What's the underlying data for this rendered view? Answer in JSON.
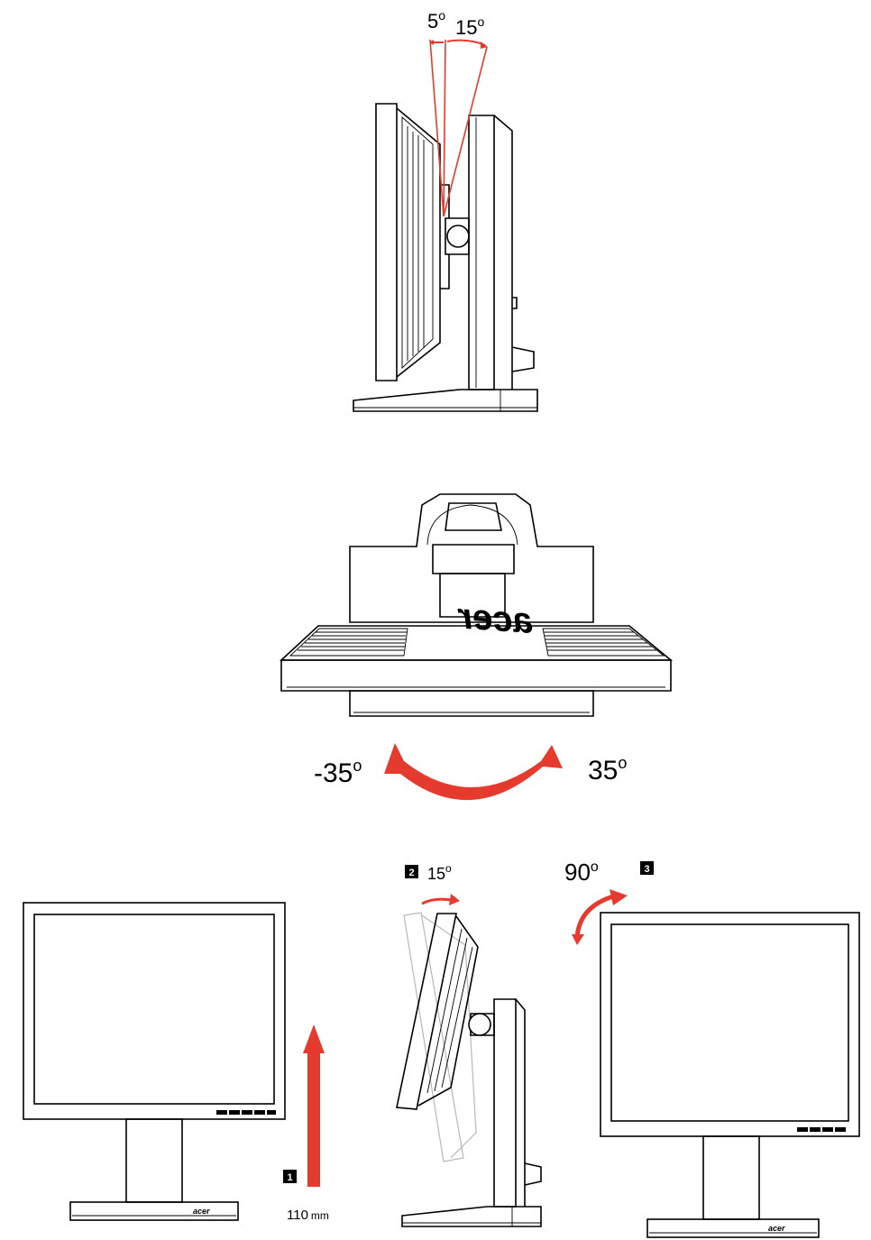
{
  "tilt": {
    "back_label": "5",
    "forward_label": "15",
    "degree_sup": "o"
  },
  "swivel": {
    "left_label": "-35",
    "right_label": "35",
    "degree_sup": "o",
    "brand": "acer"
  },
  "steps": {
    "step1": {
      "number": "1",
      "value": "110",
      "unit": "mm"
    },
    "step2": {
      "number": "2",
      "value": "15",
      "sup": "o"
    },
    "step3": {
      "number": "3",
      "value": "90",
      "sup": "o"
    }
  },
  "colors": {
    "accent": "#e53b2f",
    "line": "#000000"
  }
}
